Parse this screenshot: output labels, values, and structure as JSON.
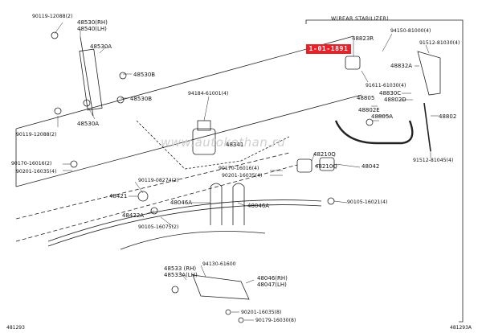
{
  "header": {
    "group_label": "W(REAR STABILIZER)"
  },
  "highlight": {
    "code": "1-01-1891",
    "color": "#e8222a"
  },
  "watermark": "www.autokethan.ru",
  "corners": {
    "left": "481293",
    "right": "481293A"
  },
  "labels": [
    {
      "id": "p90119a",
      "text": "90119-12088(2)"
    },
    {
      "id": "p48530",
      "text": "48530(RH)"
    },
    {
      "id": "p48540",
      "text": "48540(LH)"
    },
    {
      "id": "p48530a1",
      "text": "48530A"
    },
    {
      "id": "p48530b1",
      "text": "48530B"
    },
    {
      "id": "p48530b2",
      "text": "48530B"
    },
    {
      "id": "p48530a2",
      "text": "48530A"
    },
    {
      "id": "p90119b",
      "text": "90119-12088(2)"
    },
    {
      "id": "p94184",
      "text": "94184-61001(4)"
    },
    {
      "id": "p48341",
      "text": "48341"
    },
    {
      "id": "p90170a",
      "text": "90170-16016(2)"
    },
    {
      "id": "p90201a",
      "text": "90201-16035(4)"
    },
    {
      "id": "p90119c",
      "text": "90119-08274(2)"
    },
    {
      "id": "p48421",
      "text": "48421"
    },
    {
      "id": "p48422a",
      "text": "48422A"
    },
    {
      "id": "p90105a",
      "text": "90105-16075(2)"
    },
    {
      "id": "p48046a1",
      "text": "48046A"
    },
    {
      "id": "p48046a2",
      "text": "48046A"
    },
    {
      "id": "p48823r",
      "text": "48823R"
    },
    {
      "id": "p94150",
      "text": "94150-81000(4)"
    },
    {
      "id": "p91512a",
      "text": "91512-81030(4)"
    },
    {
      "id": "p48832a",
      "text": "48832A"
    },
    {
      "id": "p91611",
      "text": "91611-61030(4)"
    },
    {
      "id": "p48805",
      "text": "48805"
    },
    {
      "id": "p48830c",
      "text": "48830C"
    },
    {
      "id": "p48802d",
      "text": "48802D"
    },
    {
      "id": "p48802e",
      "text": "48802E"
    },
    {
      "id": "p48805a",
      "text": "48805A"
    },
    {
      "id": "p48802",
      "text": "48802"
    },
    {
      "id": "p48210q1",
      "text": "48210Q"
    },
    {
      "id": "p48210q2",
      "text": "48210Q"
    },
    {
      "id": "p48042",
      "text": "48042"
    },
    {
      "id": "p90170b",
      "text": "90170-16016(4)"
    },
    {
      "id": "p90201b",
      "text": "90201-16035(4)"
    },
    {
      "id": "p91512b",
      "text": "91512-81045(4)"
    },
    {
      "id": "p90105b",
      "text": "90105-16021(4)"
    },
    {
      "id": "p48533",
      "text": "48533 (RH)"
    },
    {
      "id": "p48533a",
      "text": "48533A(LH)"
    },
    {
      "id": "p94130",
      "text": "94130-61600"
    },
    {
      "id": "p48046",
      "text": "48046(RH)"
    },
    {
      "id": "p48047",
      "text": "48047(LH)"
    },
    {
      "id": "p90201c",
      "text": "90201-16035(8)"
    },
    {
      "id": "p90179",
      "text": "90179-16030(8)"
    }
  ]
}
